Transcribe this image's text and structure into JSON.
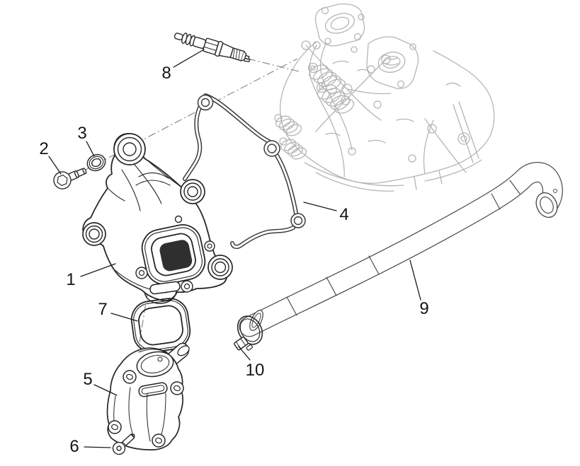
{
  "figure": {
    "type": "exploded-parts-diagram",
    "background_color": "#ffffff",
    "dark_line_color": "#262626",
    "light_line_color": "#b5b5b8",
    "axis_line_color": "#8a8a8a",
    "callouts": [
      {
        "label": "1",
        "part": "valve-cover"
      },
      {
        "label": "2",
        "part": "cover-bolt"
      },
      {
        "label": "3",
        "part": "washer"
      },
      {
        "label": "4",
        "part": "cover-gasket"
      },
      {
        "label": "5",
        "part": "breather-cover"
      },
      {
        "label": "6",
        "part": "breather-screw"
      },
      {
        "label": "7",
        "part": "breather-seal-ring"
      },
      {
        "label": "8",
        "part": "spark-plug"
      },
      {
        "label": "9",
        "part": "breather-hose"
      },
      {
        "label": "10",
        "part": "hose-clamp"
      }
    ]
  }
}
